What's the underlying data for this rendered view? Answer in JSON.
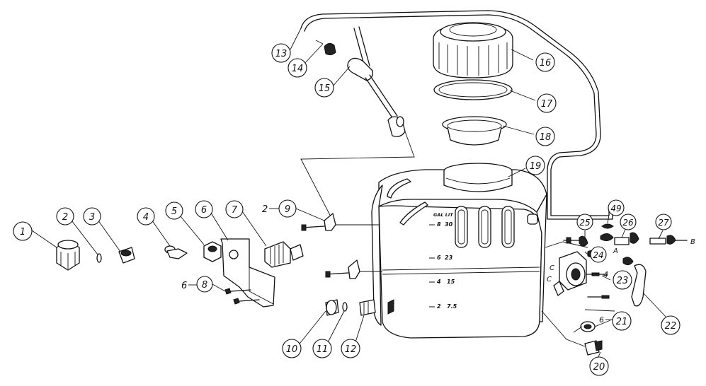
{
  "diagram": {
    "callouts": [
      {
        "id": "c1",
        "label": "1"
      },
      {
        "id": "c2",
        "label": "2"
      },
      {
        "id": "c3",
        "label": "3"
      },
      {
        "id": "c4",
        "label": "4"
      },
      {
        "id": "c5",
        "label": "5"
      },
      {
        "id": "c6",
        "label": "6"
      },
      {
        "id": "c7",
        "label": "7"
      },
      {
        "id": "c8",
        "label": "8"
      },
      {
        "id": "c9",
        "label": "9"
      },
      {
        "id": "c10",
        "label": "10"
      },
      {
        "id": "c11",
        "label": "11"
      },
      {
        "id": "c12",
        "label": "12"
      },
      {
        "id": "c13",
        "label": "13"
      },
      {
        "id": "c14",
        "label": "14"
      },
      {
        "id": "c15",
        "label": "15"
      },
      {
        "id": "c16",
        "label": "16"
      },
      {
        "id": "c17",
        "label": "17"
      },
      {
        "id": "c18",
        "label": "18"
      },
      {
        "id": "c19",
        "label": "19"
      },
      {
        "id": "c20",
        "label": "20"
      },
      {
        "id": "c21",
        "label": "21"
      },
      {
        "id": "c22",
        "label": "22"
      },
      {
        "id": "c23",
        "label": "23"
      },
      {
        "id": "c24",
        "label": "24"
      },
      {
        "id": "c25",
        "label": "25"
      },
      {
        "id": "c26",
        "label": "26"
      },
      {
        "id": "c27",
        "label": "27"
      },
      {
        "id": "c49",
        "label": "49"
      }
    ],
    "quantities": {
      "q9": "2",
      "q8": "6",
      "q6": "6",
      "q23": "4"
    },
    "letters": {
      "a": "A",
      "b": "B",
      "c": "C"
    },
    "tank_scale": {
      "header": "GAL LIT",
      "marks": [
        {
          "gal": "8",
          "lit": "30"
        },
        {
          "gal": "6",
          "lit": "23"
        },
        {
          "gal": "4",
          "lit": "15"
        },
        {
          "gal": "2",
          "lit": "7.5"
        }
      ]
    }
  }
}
